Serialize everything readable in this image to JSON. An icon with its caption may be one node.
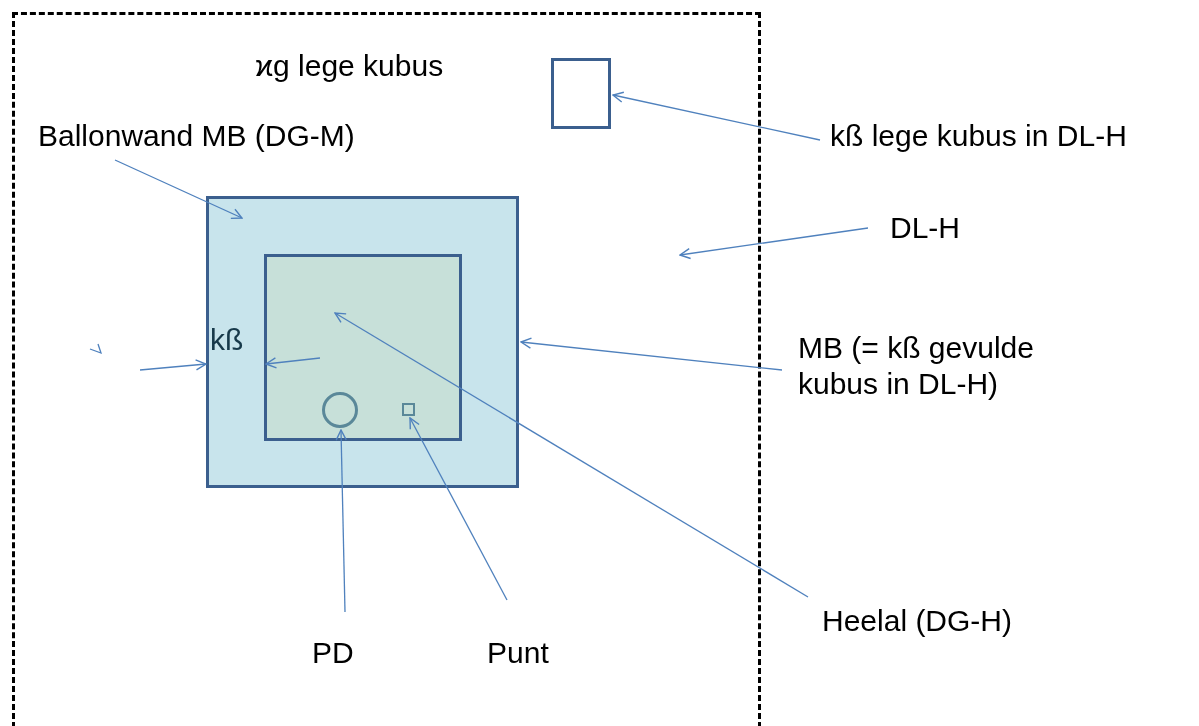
{
  "diagram": {
    "nodes": [
      {
        "text": [],
        "shape": "box"
      },
      {
        "text": [],
        "shape": "box",
        "in": 0
      },
      {
        "text": [],
        "shape": "box",
        "in": 0
      },
      {
        "text": [],
        "shape": "box",
        "in": 2
      },
      {
        "text": [],
        "shape": "circle",
        "in": 3
      },
      {
        "text": [],
        "shape": "box",
        "in": 3
      },
      {
        "text": [
          "Ballonwand MB (DG-M)"
        ],
        "in": 0
      },
      {
        "text": [
          "kß lege kubus in DL-H"
        ]
      },
      {
        "text": [
          "DL-H"
        ]
      },
      {
        "text": [
          "MB (= kß gevulde kubus in DL-H)"
        ]
      },
      {
        "text": [
          "Heelal (DG-H)"
        ]
      },
      {
        "text": [
          "PD"
        ],
        "in": 0
      },
      {
        "text": [
          "Punt"
        ],
        "in": 0
      }
    ],
    "edges": [
      {
        "from": 6,
        "to": 2,
        "arrow": "to"
      },
      {
        "from": 7,
        "to": 1,
        "arrow": "to"
      },
      {
        "from": 8,
        "to": 0,
        "arrow": "to"
      },
      {
        "from": 9,
        "to": 2,
        "arrow": "to"
      },
      {
        "from": 10,
        "to": 3,
        "arrow": "to"
      },
      {
        "from": 11,
        "to": 4,
        "arrow": "to"
      },
      {
        "from": 12,
        "to": 5,
        "arrow": "to"
      }
    ],
    "labels": [
      "ϰg lege kubus",
      "kß"
    ]
  }
}
